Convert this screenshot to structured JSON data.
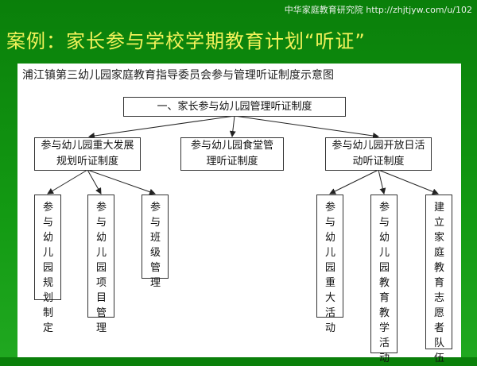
{
  "source": "中华家庭教育研究院 http://zhjtjyw.com/u/102",
  "title": "案例：家长参与学校学期教育计划“听证”",
  "doc_title": "浦江镇第三幼儿园家庭教育指导委员会参与管理听证制度示意图",
  "root": "一、家长参与幼儿园管理听证制度",
  "branches": [
    "参与幼儿园重大发展规划听证制度",
    "参与幼儿园食堂管理听证制度",
    "参与幼儿园开放日活动听证制度"
  ],
  "leaves_left": [
    "参与幼儿园规划制定",
    "参与幼儿园项目管理",
    "参与班级管理"
  ],
  "leaves_right": [
    "参与幼儿园重大活动",
    "参与幼儿园教育教学活动",
    "建立家庭教育志愿者队伍"
  ]
}
